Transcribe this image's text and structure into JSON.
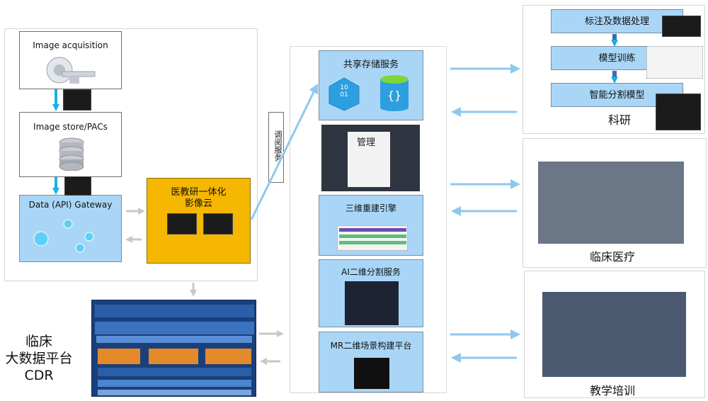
{
  "left_panel": {
    "acquisition": "Image acquisition",
    "store": "Image store/PACs",
    "gateway": "Data (API) Gateway",
    "cloud": "医教研一体化\n影像云"
  },
  "cdr_label": "临床\n大数据平台\nCDR",
  "vertical_label": "调阅服务",
  "services": {
    "storage": "共享存储服务",
    "storage_icon_text": "10\n01",
    "manage": "管理",
    "recon": "三维重建引擎",
    "seg2d": "AI二维分割服务",
    "mr": "MR二维场景构建平台"
  },
  "research": {
    "steps": [
      "标注及数据处理",
      "模型训练",
      "智能分割模型"
    ],
    "caption": "科研"
  },
  "clinical": {
    "caption": "临床医疗"
  },
  "teaching": {
    "caption": "教学培训"
  },
  "colors": {
    "arrow_blue": "#8fc8ef",
    "cyan": "#1ab0e6",
    "box_blue": "#a9d6f7",
    "orange": "#f6b700",
    "grey_arrow": "#c8c8c8"
  }
}
